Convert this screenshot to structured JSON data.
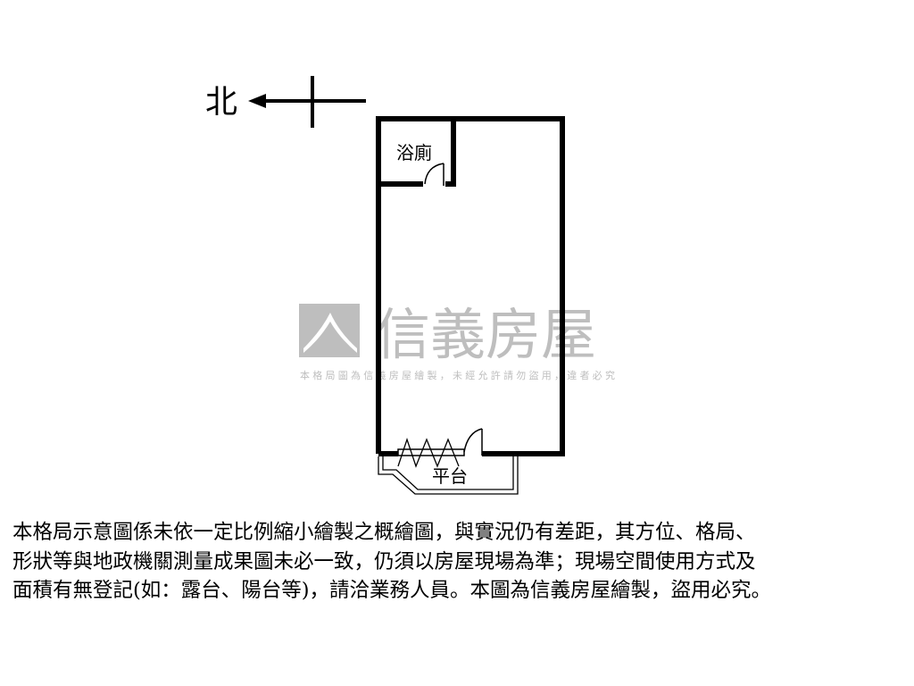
{
  "compass": {
    "label": "北",
    "direction": "north-left"
  },
  "rooms": {
    "bathroom": "浴廁",
    "balcony": "平台"
  },
  "watermark": {
    "brand": "信義房屋",
    "notice": "本格局圖為信義房屋繪製，未經允許請勿盜用，違者必究",
    "color": "#9a9a9a"
  },
  "disclaimer": {
    "lines": [
      "本格局示意圖係未依一定比例縮小繪製之概繪圖，與實況仍有差距，其方位、格局、",
      "形狀等與地政機關測量成果圖未必一致，仍須以房屋現場為準；現場空間使用方式及",
      "面積有無登記(如：露台、陽台等)，請洽業務人員。本圖為信義房屋繪製，盜用必究。"
    ]
  }
}
